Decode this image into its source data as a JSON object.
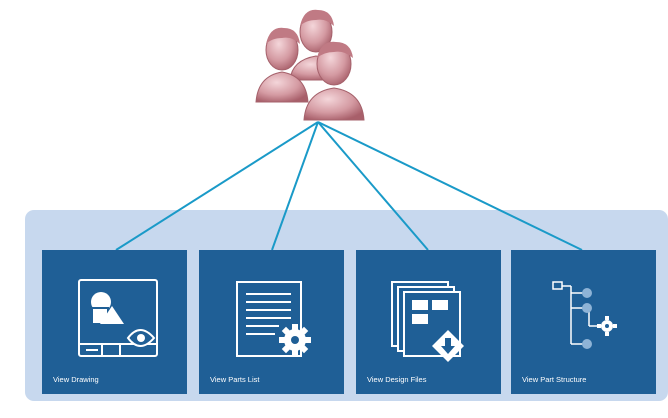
{
  "diagram": {
    "tiles": [
      {
        "label": "View Drawing",
        "icon": "drawing-view-icon"
      },
      {
        "label": "View Parts List",
        "icon": "parts-list-settings-icon"
      },
      {
        "label": "View Design Files",
        "icon": "design-files-download-icon"
      },
      {
        "label": "View Part Structure",
        "icon": "part-structure-tree-icon"
      }
    ],
    "users_icon": "users-group-icon",
    "colors": {
      "tile": "#1f5f96",
      "panel": "#c7d8ee",
      "connector": "#1a9ac8",
      "user": "#c9868f"
    }
  }
}
